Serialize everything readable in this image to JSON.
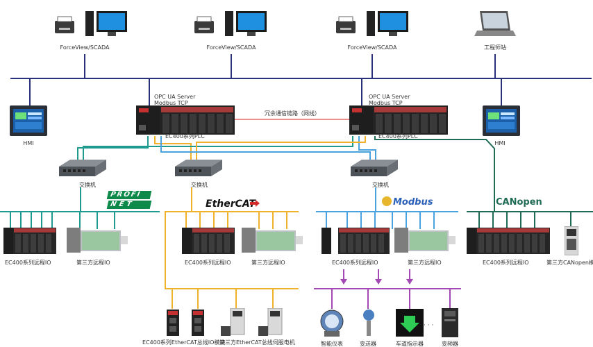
{
  "scada": {
    "pc1_label": "ForceView/SCADA",
    "pc2_label": "ForceView/SCADA",
    "pc3_label": "ForceView/SCADA",
    "workstation_label": "工程师站"
  },
  "hmi": {
    "left_label": "HMI",
    "right_label": "HMI"
  },
  "plc": {
    "left_server_line1": "OPC UA Server",
    "left_server_line2": "Modbus TCP",
    "right_server_line1": "OPC UA Server",
    "right_server_line2": "Modbus TCP",
    "left_label": "EC400系列PLC",
    "right_label": "EC400系列PLC",
    "redundant_link_label": "冗余通信链路（网线）"
  },
  "switches": {
    "s1": "交换机",
    "s2": "交换机",
    "s3": "交换机"
  },
  "protocols": {
    "profinet_top": "PROFI",
    "profinet_bottom": "NET",
    "ethercat": "EtherCAT",
    "modbus": "Modbus",
    "canopen": "CANopen"
  },
  "io": {
    "profinet_ec400": "EC400系列远程IO",
    "profinet_third": "第三方远程IO",
    "ethercat_ec400": "EC400系列远程IO",
    "ethercat_third": "第三方远程IO",
    "modbus_ec400": "EC400系列远程IO",
    "modbus_third": "第三方远程IO",
    "canopen_ec400": "EC400系列远程IO",
    "canopen_third": "第三方CANopen模块"
  },
  "ethercat_devices": {
    "io_module_label": "EC400系列EtherCAT总线IO模块",
    "servo_label": "第三方EtherCAT总线伺服电机"
  },
  "modbus_devices": {
    "meter": "智能仪表",
    "transmitter": "变送器",
    "lane_indicator": "车道指示器",
    "inverter": "变频器",
    "ellipsis": "· · ·"
  },
  "colors": {
    "backbone": "#2a2f7a",
    "profinet_bus": "#1f9a8f",
    "ethercat_bus": "#f0b22a",
    "modbus_bus": "#4aa3df",
    "canopen_bus": "#1f6b55",
    "serial_bus": "#a448b5",
    "redundant": "#e24a4a"
  }
}
